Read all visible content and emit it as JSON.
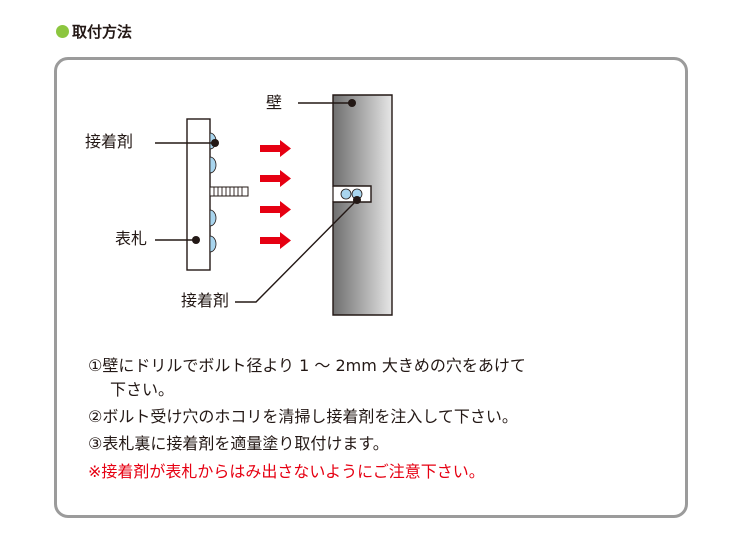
{
  "heading": {
    "title": "取付方法",
    "bullet_color": "#8cc63f"
  },
  "diagram": {
    "labels": {
      "wall": "壁",
      "adhesive_top": "接着剤",
      "nameplate": "表札",
      "adhesive_bottom": "接着剤"
    },
    "colors": {
      "arrow": "#e60012",
      "wall": "#8e8e8e",
      "adhesive": "#a9d5ee"
    }
  },
  "steps": [
    {
      "lines": [
        "①壁にドリルでボルト径より 1 ～ 2mm 大きめの穴をあけて",
        "下さい。"
      ]
    },
    {
      "lines": [
        "②ボルト受け穴のホコリを清掃し接着剤を注入して下さい。"
      ]
    },
    {
      "lines": [
        "③表札裏に接着剤を適量塗り取付けます。"
      ]
    }
  ],
  "warning": "※接着剤が表札からはみ出さないようにご注意下さい。"
}
